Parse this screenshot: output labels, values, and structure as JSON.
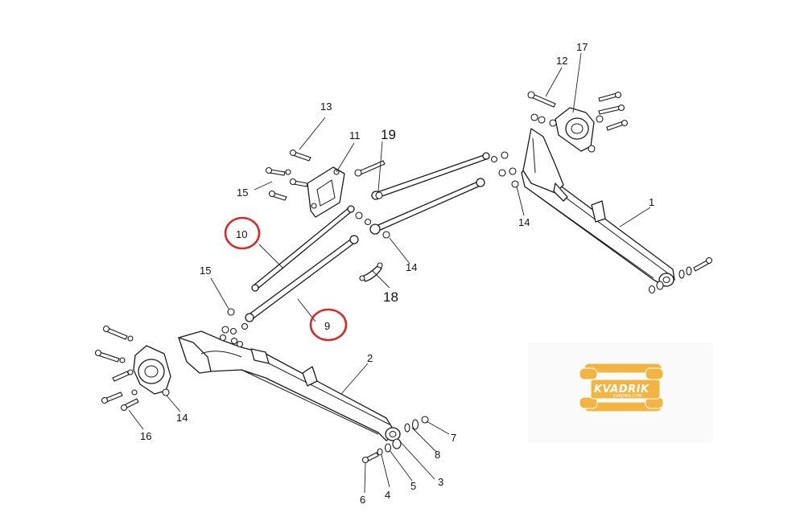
{
  "callouts": [
    {
      "id": "1",
      "label": "1"
    },
    {
      "id": "2",
      "label": "2"
    },
    {
      "id": "3",
      "label": "3"
    },
    {
      "id": "4",
      "label": "4"
    },
    {
      "id": "5",
      "label": "5"
    },
    {
      "id": "6",
      "label": "6"
    },
    {
      "id": "7",
      "label": "7"
    },
    {
      "id": "8",
      "label": "8"
    },
    {
      "id": "9",
      "label": "9"
    },
    {
      "id": "10",
      "label": "10"
    },
    {
      "id": "11",
      "label": "11"
    },
    {
      "id": "12",
      "label": "12"
    },
    {
      "id": "13",
      "label": "13"
    },
    {
      "id": "14a",
      "label": "14"
    },
    {
      "id": "14b",
      "label": "14"
    },
    {
      "id": "14c",
      "label": "14"
    },
    {
      "id": "15a",
      "label": "15"
    },
    {
      "id": "15b",
      "label": "15"
    },
    {
      "id": "16",
      "label": "16"
    },
    {
      "id": "17",
      "label": "17"
    },
    {
      "id": "18",
      "label": "18"
    },
    {
      "id": "19",
      "label": "19"
    }
  ],
  "highlighted": [
    "9",
    "10"
  ],
  "colors": {
    "line": "#1a1a1a",
    "highlight": "#d42a2a",
    "watermark": "#f2b544"
  },
  "watermark": {
    "brand": "KVADRIK",
    "tagline": "KVADRIK.COM"
  }
}
